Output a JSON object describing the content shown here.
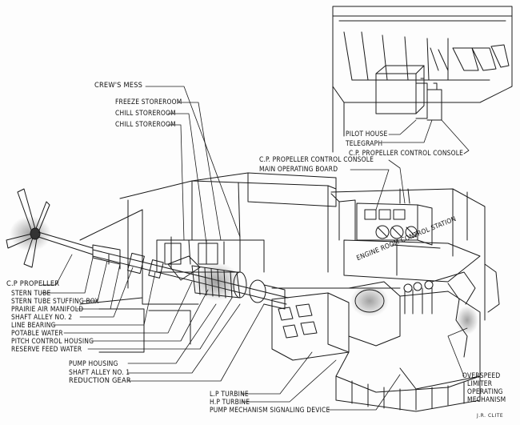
{
  "labels": {
    "crews_mess": "CREW'S MESS",
    "freeze_storeroom": "FREEZE STOREROOM",
    "chill_storeroom_1": "CHILL STOREROOM",
    "chill_storeroom_2": "CHILL STOREROOM",
    "pilot_house": "PILOT HOUSE",
    "telegraph": "TELEGRAPH",
    "cp_console_pilot": "C.P. PROPELLER CONTROL CONSOLE",
    "cp_console_main": "C.P. PROPELLER CONTROL CONSOLE",
    "main_operating_board": "MAIN OPERATING BOARD",
    "engine_room_station": "ENGINE ROOM CONTROL STATION",
    "cp_propeller": "C.P PROPELLER",
    "stern_tube": "STERN TUBE",
    "stern_tube_stuffing_box": "STERN TUBE STUFFING BOX",
    "prairie_air_manifold": "PRAIRIE AIR MANIFOLD",
    "shaft_alley_2": "SHAFT ALLEY NO. 2",
    "line_bearing": "LINE BEARING",
    "potable_water": "POTABLE WATER",
    "pitch_control_housing": "PITCH CONTROL HOUSING",
    "reserve_feed_water": "RESERVE FEED WATER",
    "pump_housing": "PUMP HOUSING",
    "shaft_alley_1": "SHAFT ALLEY NO. 1",
    "reduction_gear": "REDUCTION GEAR",
    "lp_turbine": "L.P TURBINE",
    "hp_turbine": "H.P TURBINE",
    "pump_signaling_device": "PUMP MECHANISM SIGNALING DEVICE",
    "overspeed_1": "OVERSPEED",
    "overspeed_2": "LIMITER",
    "overspeed_3": "OPERATING",
    "overspeed_4": "MECHANISM"
  },
  "signature": "J.R. CLITE"
}
